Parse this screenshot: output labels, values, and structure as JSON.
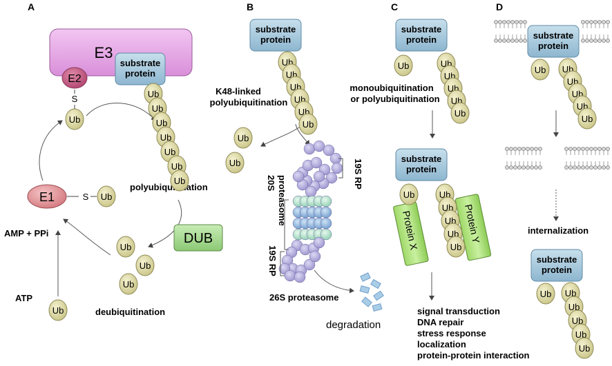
{
  "panels": {
    "A": {
      "letter": "A",
      "e3": "E3",
      "e2": "E2",
      "e1": "E1",
      "s": "S",
      "substrate": [
        "substrate",
        "protein"
      ],
      "ub": "Ub",
      "polyubiquitination": "polyubiquitination",
      "dub": "DUB",
      "deubiquitination": "deubiquitination",
      "amp": "AMP + PPi",
      "atp": "ATP"
    },
    "B": {
      "letter": "B",
      "substrate": [
        "substrate",
        "protein"
      ],
      "ub": "Ub",
      "k48": [
        "K48-linked",
        "polyubiquitination"
      ],
      "rp_top": "19S RP",
      "core": [
        "20S",
        "proteasome"
      ],
      "rp_bottom": "19S RP",
      "proteasome26": "26S proteasome",
      "degradation": "degradation"
    },
    "C": {
      "letter": "C",
      "substrate": [
        "substrate",
        "protein"
      ],
      "ub": "Ub",
      "mono": [
        "monoubiquitination",
        "or polyubiquitination"
      ],
      "protein_x": "Protein X",
      "protein_y": "Protein Y",
      "outcomes": [
        "signal transduction",
        "DNA repair",
        "stress response",
        "localization",
        "protein-protein interaction"
      ]
    },
    "D": {
      "letter": "D",
      "substrate": [
        "substrate",
        "protein"
      ],
      "ub": "Ub",
      "internalization": "internalization"
    }
  },
  "colors": {
    "substrate_fill": "#a9c9dc",
    "ub_fill": "#ddd9a2",
    "e3_fill": "#e6a8e6",
    "e2_fill": "#cc5f86",
    "e1_fill": "#e09a9e",
    "dub_fill": "#a5d88f",
    "protein_fill": "#a6e06e",
    "proteasome_rp": "#b5aee0",
    "proteasome_core_blue": "#8fb8e0",
    "proteasome_core_green": "#b8e6d0"
  }
}
